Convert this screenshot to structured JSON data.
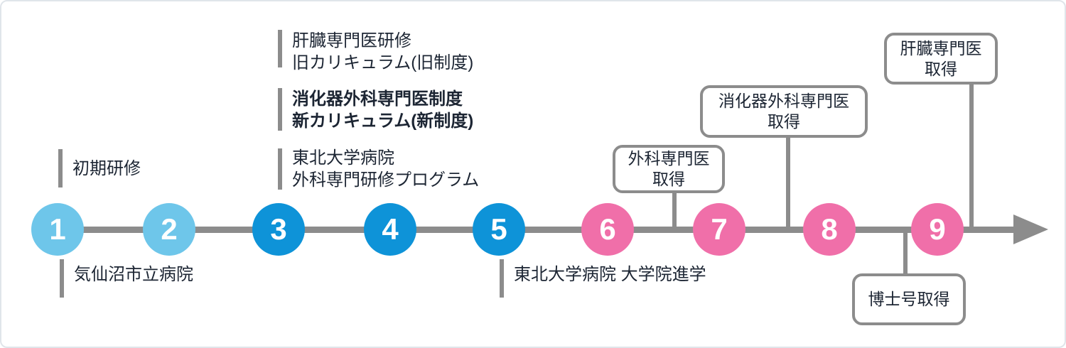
{
  "colors": {
    "light_blue": "#6ec6ea",
    "blue": "#0e93d8",
    "pink": "#f06fa9",
    "gray": "#8c8c8c",
    "text": "#1c2533",
    "card_border": "#e0e5ea",
    "background": "#ffffff"
  },
  "timeline": {
    "steps": [
      {
        "number": "1",
        "phase": "light_blue"
      },
      {
        "number": "2",
        "phase": "light_blue"
      },
      {
        "number": "3",
        "phase": "blue"
      },
      {
        "number": "4",
        "phase": "blue"
      },
      {
        "number": "5",
        "phase": "blue"
      },
      {
        "number": "6",
        "phase": "pink"
      },
      {
        "number": "7",
        "phase": "pink"
      },
      {
        "number": "8",
        "phase": "pink"
      },
      {
        "number": "9",
        "phase": "pink"
      }
    ]
  },
  "side_labels": {
    "initial_training": "初期研修",
    "kesennuma_hospital": "気仙沼市立病院",
    "tohoku_grad_school": "東北大学病院 大学院進学",
    "program_group": [
      {
        "line1": "肝臓専門医研修",
        "line2": "旧カリキュラム(旧制度)"
      },
      {
        "line1": "消化器外科専門医制度",
        "line2": "新カリキュラム(新制度)"
      },
      {
        "line1": "東北大学病院",
        "line2": "外科専門研修プログラム"
      }
    ]
  },
  "callouts": {
    "surgery_specialist": {
      "line1": "外科専門医",
      "line2": "取得"
    },
    "gi_surgery_specialist": {
      "line1": "消化器外科専門医",
      "line2": "取得"
    },
    "liver_specialist": {
      "line1": "肝臓専門医",
      "line2": "取得"
    },
    "phd": {
      "line1": "博士号取得"
    }
  }
}
